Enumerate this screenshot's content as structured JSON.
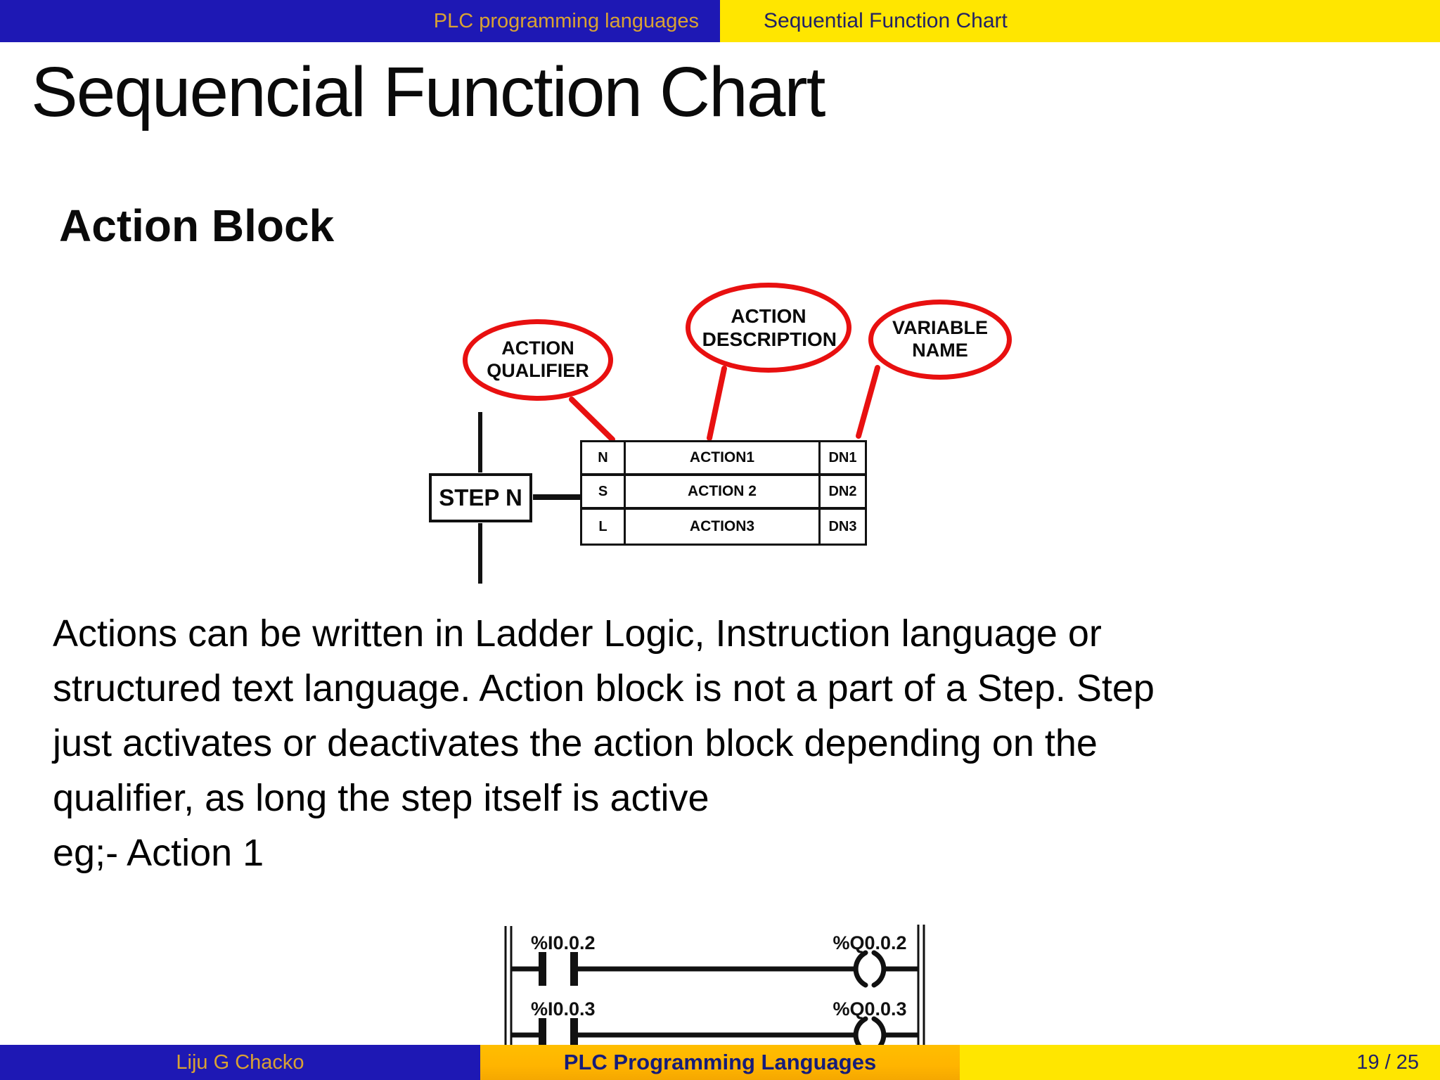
{
  "colors": {
    "bar_blue": "#1E18B4",
    "bar_yellow": "#FFE600",
    "bar_gold_text": "#D9A233",
    "bar_navy_text": "#222266",
    "footer_orange": "#FFB400",
    "footer_title_navy": "#151C7A",
    "accent_red": "#E81010"
  },
  "header": {
    "section_label": "PLC programming languages",
    "slide_label": "Sequential Function Chart"
  },
  "slide": {
    "title": "Sequencial Function Chart",
    "subtitle": "Action Block",
    "body_lines": [
      "Actions can be written in Ladder Logic, Instruction language or",
      "structured text language. Action block is not a part of a Step. Step",
      "just activates or deactivates the action block depending on the",
      "qualifier, as long the step itself is active",
      "eg;- Action 1"
    ]
  },
  "diagram": {
    "callouts": [
      {
        "label": "ACTION QUALIFIER"
      },
      {
        "label": "ACTION DESCRIPTION"
      },
      {
        "label": "VARIABLE NAME"
      }
    ],
    "step_label": "STEP N",
    "table_rows": [
      {
        "qualifier": "N",
        "description": "ACTION1",
        "variable": "DN1"
      },
      {
        "qualifier": "S",
        "description": "ACTION 2",
        "variable": "DN2"
      },
      {
        "qualifier": "L",
        "description": "ACTION3",
        "variable": "DN3"
      }
    ]
  },
  "ladder": {
    "rungs": [
      {
        "contact_label": "%I0.0.2",
        "coil_label": "%Q0.0.2"
      },
      {
        "contact_label": "%I0.0.3",
        "coil_label": "%Q0.0.3"
      }
    ]
  },
  "footer": {
    "author": "Liju G Chacko",
    "deck_title": "PLC Programming Languages",
    "page_indicator": "19 / 25"
  }
}
